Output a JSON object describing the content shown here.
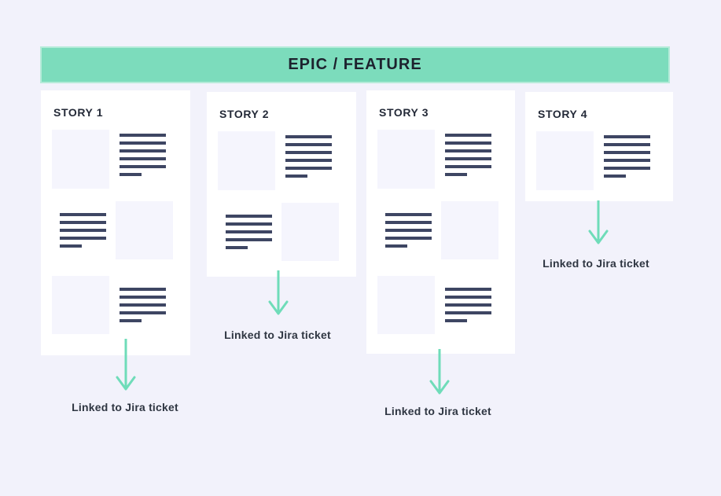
{
  "banner": {
    "title": "EPIC / FEATURE",
    "fill_color": "#7cdcbc",
    "border_color": "#b6ebd9"
  },
  "palette": {
    "background": "#f2f2fb",
    "card": "#ffffff",
    "placeholder": "#f5f5fd",
    "wireframe_line": "#3e4663",
    "arrow": "#6fdcb9",
    "dark_text": "#242a38"
  },
  "stories": [
    {
      "label": "STORY 1",
      "link_label": "Linked to Jira ticket",
      "wireframe_rows": [
        {
          "image": "left",
          "text_lines": 6
        },
        {
          "image": "right",
          "text_lines": 5
        },
        {
          "image": "left",
          "text_lines": 5
        }
      ]
    },
    {
      "label": "STORY 2",
      "link_label": "Linked to Jira ticket",
      "wireframe_rows": [
        {
          "image": "left",
          "text_lines": 6
        },
        {
          "image": "right",
          "text_lines": 5
        }
      ]
    },
    {
      "label": "STORY 3",
      "link_label": "Linked to Jira ticket",
      "wireframe_rows": [
        {
          "image": "left",
          "text_lines": 6
        },
        {
          "image": "right",
          "text_lines": 5
        },
        {
          "image": "left",
          "text_lines": 5
        }
      ]
    },
    {
      "label": "STORY 4",
      "link_label": "Linked to Jira ticket",
      "wireframe_rows": [
        {
          "image": "left",
          "text_lines": 6
        }
      ]
    }
  ]
}
